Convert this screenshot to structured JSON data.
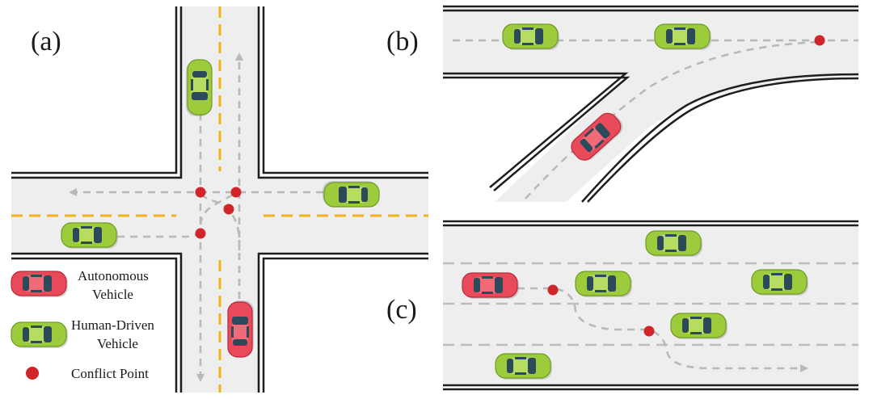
{
  "panels": {
    "a": {
      "label": "(a)"
    },
    "b": {
      "label": "(b)"
    },
    "c": {
      "label": "(c)"
    }
  },
  "legend": {
    "autonomous": {
      "line1": "Autonomous",
      "line2": "Vehicle"
    },
    "human": {
      "line1": "Human-Driven",
      "line2": "Vehicle"
    },
    "conflict": {
      "label": "Conflict Point"
    }
  },
  "colors": {
    "road": "#eeeeee",
    "curb": "#1e1e1e",
    "lane_dash": "#bdbdbd",
    "center_line": "#f2b21b",
    "path": "#b8b8b8",
    "autonomous_vehicle": "#e84a5a",
    "human_vehicle": "#9ccc3c",
    "conflict_point": "#d0262a",
    "windshield": "#2d4a5a"
  }
}
